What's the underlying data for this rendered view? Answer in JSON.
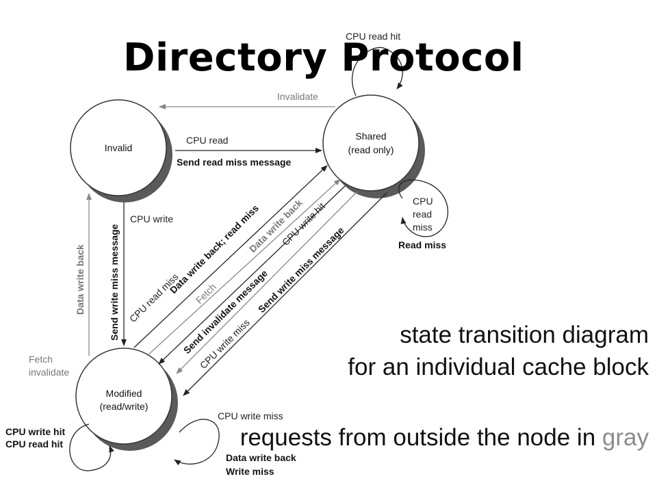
{
  "title": "Directory Protocol",
  "captions": {
    "line1": "state transition diagram",
    "line2": "for an individual cache block",
    "line3_main": "requests from outside the node in ",
    "line3_gray": "gray"
  },
  "states": {
    "invalid": "Invalid",
    "shared_l1": "Shared",
    "shared_l2": "(read only)",
    "modified_l1": "Modified",
    "modified_l2": "(read/write)"
  },
  "labels": {
    "cpu_read_hit": "CPU read hit",
    "invalidate": "Invalidate",
    "cpu_read": "CPU read",
    "send_read_miss": "Send read miss message",
    "shared_self_cpu": "CPU",
    "shared_self_read": "read",
    "shared_self_miss": "miss",
    "read_miss": "Read miss",
    "cpu_write": "CPU write",
    "send_write_miss_v": "Send write miss message",
    "data_write_back_left": "Data write back",
    "cpu_read_miss": "CPU read miss",
    "data_write_back_read_miss": "Data write back; read miss",
    "fetch": "Fetch",
    "data_write_back_gray": "Data write back",
    "send_invalidate": "Send invalidate message",
    "cpu_write_hit": "CPU write hit",
    "cpu_write_miss_diag": "CPU write miss",
    "send_write_miss_diag": "Send write miss message",
    "fetch_invalidate_1": "Fetch",
    "fetch_invalidate_2": "invalidate",
    "cpu_write_hit_left": "CPU write hit",
    "cpu_read_hit_left": "CPU read hit",
    "cpu_write_miss_bottom": "CPU write miss",
    "data_write_back_bottom": "Data write back",
    "write_miss_bottom": "Write miss"
  },
  "colors": {
    "external_gray": "#8c8c8c",
    "shadow": "#5a5a5a"
  }
}
